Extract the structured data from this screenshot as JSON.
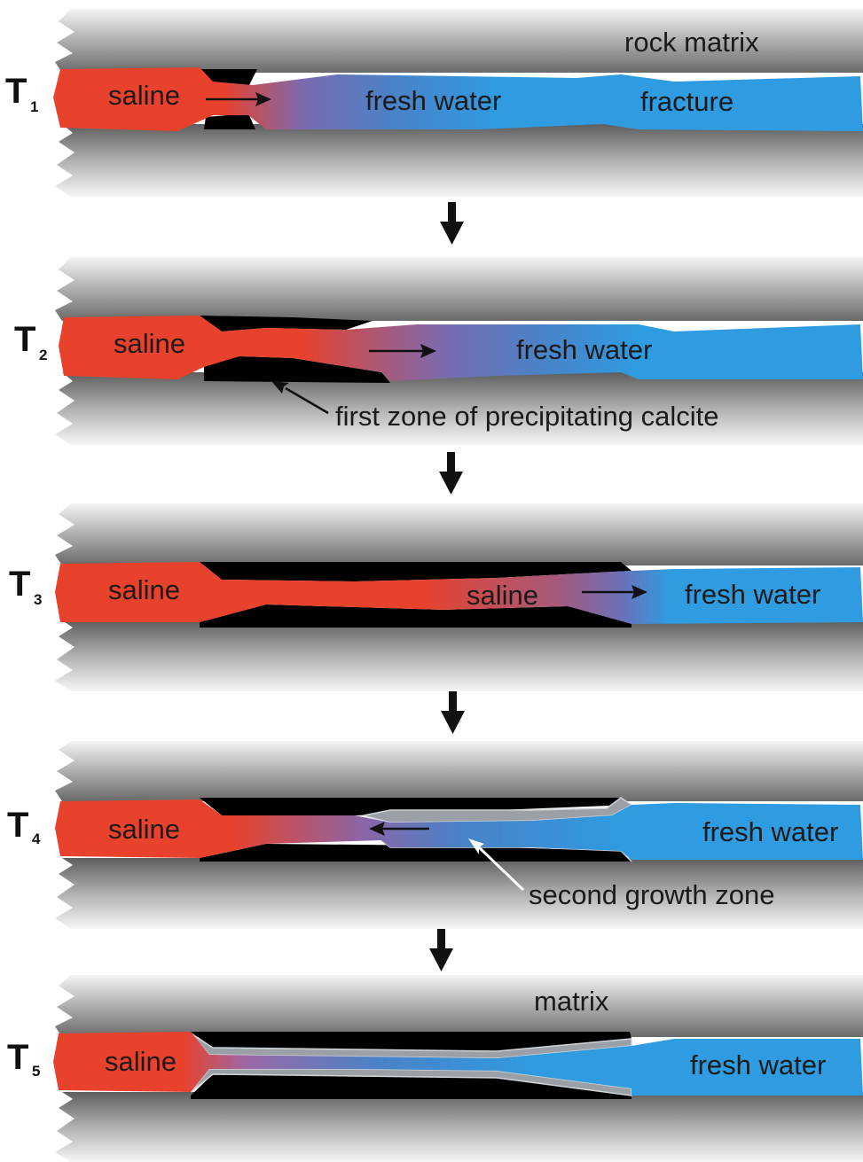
{
  "colors": {
    "saline": "#e8412c",
    "fresh_water": "#2f9be0",
    "calcite": "#000000",
    "second_growth": "#9aa0a6",
    "rock_dark": "#6e6e6e",
    "rock_light": "#f2f2f2",
    "arrow": "#111111"
  },
  "stages": [
    {
      "id": "T1",
      "letter": "T",
      "sub": "1",
      "labels": [
        "saline",
        "fresh water",
        "fracture",
        "rock matrix"
      ]
    },
    {
      "id": "T2",
      "letter": "T",
      "sub": "2",
      "labels": [
        "saline",
        "fresh water",
        "first zone of precipitating calcite"
      ]
    },
    {
      "id": "T3",
      "letter": "T",
      "sub": "3",
      "labels": [
        "saline",
        "saline",
        "fresh water"
      ]
    },
    {
      "id": "T4",
      "letter": "T",
      "sub": "4",
      "labels": [
        "saline",
        "fresh water",
        "second growth zone"
      ]
    },
    {
      "id": "T5",
      "letter": "T",
      "sub": "5",
      "labels": [
        "saline",
        "fresh water",
        "matrix"
      ]
    }
  ],
  "icons": [
    "down-arrow-icon",
    "right-arrow-icon",
    "left-arrow-icon",
    "pointer-arrow-icon"
  ]
}
